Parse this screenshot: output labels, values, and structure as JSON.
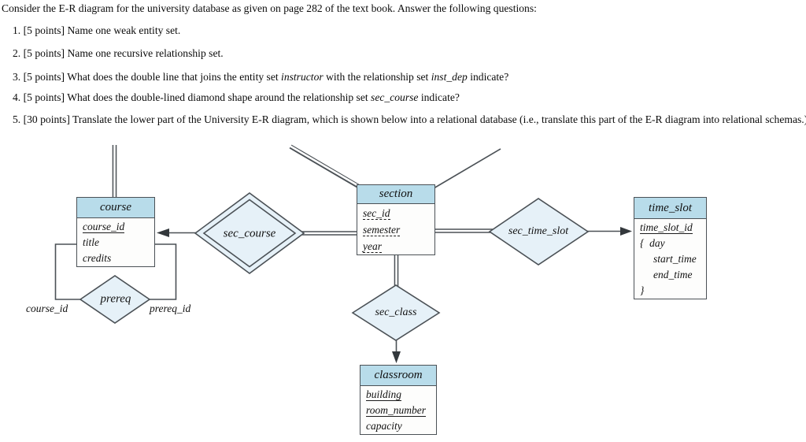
{
  "questions": {
    "intro": "Consider the E-R diagram for the university database as given on page 282 of the text book. Answer the following questions:",
    "q1": "1. [5 points] Name one weak entity set.",
    "q2": "2. [5 points] Name one recursive relationship set.",
    "q3_pre": "3. [5 points] What does the double line that joins the entity set ",
    "q3_em1": "instructor",
    "q3_mid": " with the relationship set ",
    "q3_em2": "inst_dep",
    "q3_post": " indicate?",
    "q4_pre": "4. [5 points] What does the double-lined diamond shape around the relationship set ",
    "q4_em1": "sec_course",
    "q4_post": " indicate?",
    "q5": "5. [30 points] Translate the lower part of the University E-R diagram, which is shown below into a relational database (i.e., translate this part of the E-R diagram into relational schemas.)"
  },
  "diagram": {
    "entities": {
      "course": {
        "title": "course",
        "attr1": "course_id",
        "attr2": "title",
        "attr3": "credits"
      },
      "section": {
        "title": "section",
        "attr1": "sec_id",
        "attr2": "semester",
        "attr3": "year"
      },
      "time_slot": {
        "title": "time_slot",
        "attr1": "time_slot_id",
        "attr2": "{  day",
        "attr3": "start_time",
        "attr4": "end_time",
        "attr5": "}"
      },
      "classroom": {
        "title": "classroom",
        "attr1": "building",
        "attr2": "room_number",
        "attr3": "capacity"
      }
    },
    "relationships": {
      "sec_course": "sec_course",
      "prereq": "prereq",
      "sec_time_slot": "sec_time_slot",
      "sec_class": "sec_class"
    },
    "edge_labels": {
      "course_id": "course_id",
      "prereq_id": "prereq_id"
    },
    "colors": {
      "entity_header": "#b8dcea",
      "diamond_fill": "#e6f1f8",
      "line": "#4b5156"
    }
  }
}
